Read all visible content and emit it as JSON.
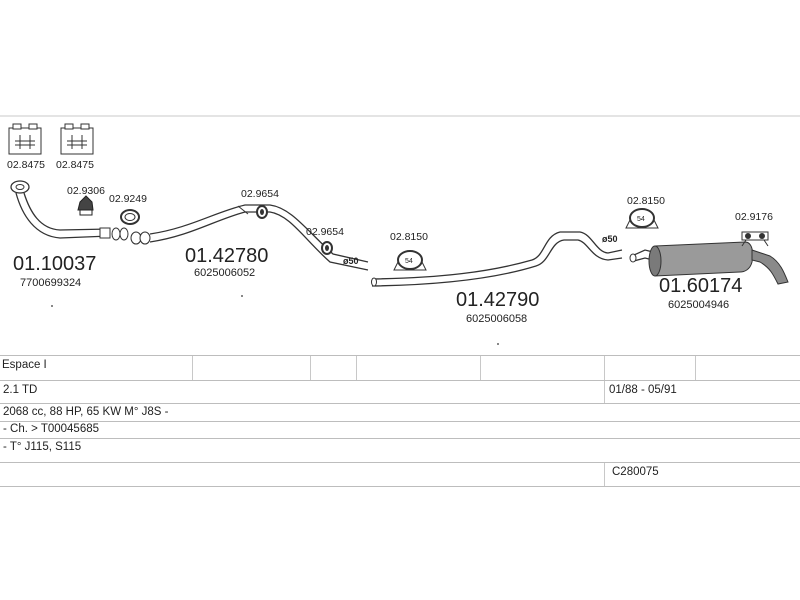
{
  "diagram": {
    "parts": [
      {
        "id": "bracket_a",
        "code": "02.8475"
      },
      {
        "id": "bracket_b",
        "code": "02.8475"
      },
      {
        "id": "clamp_1",
        "code": "02.9306"
      },
      {
        "id": "clamp_2",
        "code": "02.9249"
      },
      {
        "id": "hanger_1",
        "code": "02.9654"
      },
      {
        "id": "hanger_2",
        "code": "02.9654"
      },
      {
        "id": "mount_1",
        "code": "02.8150"
      },
      {
        "id": "mount_2",
        "code": "02.8150"
      },
      {
        "id": "hanger_3",
        "code": "02.9176"
      },
      {
        "id": "front_pipe",
        "code": "01.10037",
        "ref": "7700699324"
      },
      {
        "id": "mid_pipe",
        "code": "01.42780",
        "ref": "6025006052"
      },
      {
        "id": "centre_pipe",
        "code": "01.42790",
        "ref": "6025006058"
      },
      {
        "id": "rear_silencer",
        "code": "01.60174",
        "ref": "6025004946"
      }
    ],
    "diameters": [
      "ø50",
      "ø50"
    ],
    "mount_marks": [
      "54",
      "54"
    ]
  },
  "table": {
    "model": "Espace I",
    "engine": "2.1 TD",
    "years": "01/88 - 05/91",
    "spec": "2068 cc, 88 HP, 65 KW M° J8S -",
    "chassis": "- Ch. > T00045685",
    "type": "- T° J115, S115",
    "code": "C280075"
  }
}
